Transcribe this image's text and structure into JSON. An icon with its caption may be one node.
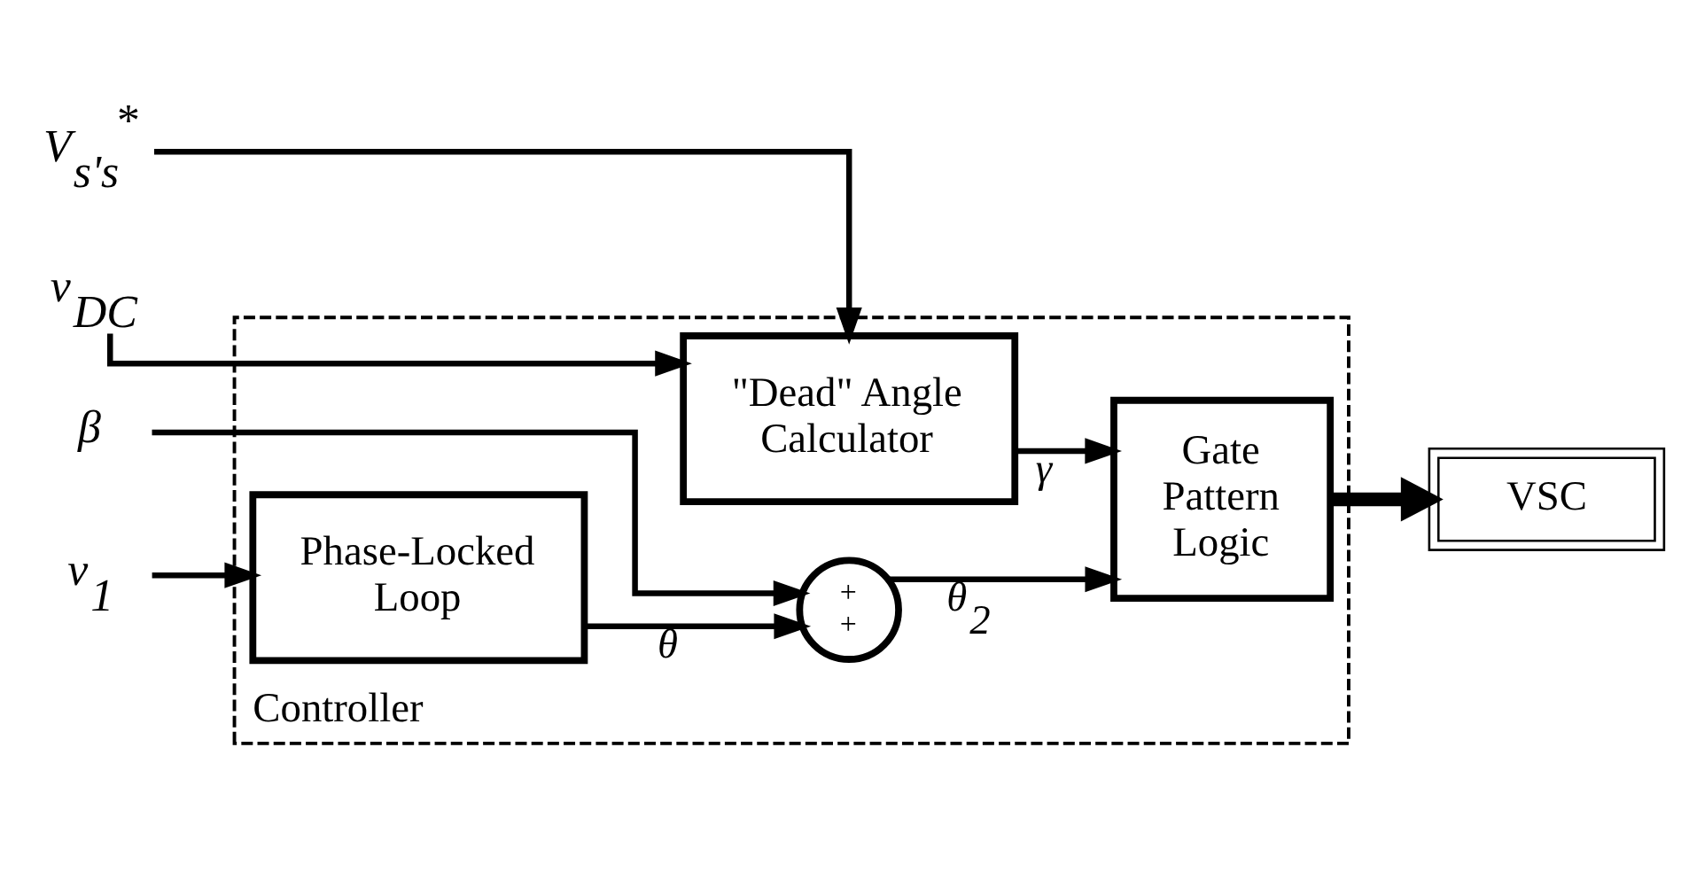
{
  "diagram": {
    "nodes": [
      {
        "text": [
          "Controller"
        ]
      },
      {
        "text": [
          "V$_{s's}$$^{*}$"
        ]
      },
      {
        "text": [
          "v$_{DC}$"
        ]
      },
      {
        "text": [
          "β"
        ]
      },
      {
        "text": [
          "v$_{1}$"
        ]
      },
      {
        "text": [
          "\"Dead\" Angle Calculator"
        ],
        "in": 0
      },
      {
        "text": [
          "Phase-Locked Loop"
        ],
        "in": 0
      },
      {
        "text": [
          "+",
          "+"
        ],
        "in": 0
      },
      {
        "text": [
          "Gate Pattern Logic"
        ],
        "in": 0
      },
      {
        "text": [
          "VSC"
        ]
      }
    ],
    "edges": [
      {
        "from": 1,
        "to": 5,
        "arrow": "to"
      },
      {
        "from": 2,
        "to": 5,
        "arrow": "to"
      },
      {
        "from": 3,
        "to": 7,
        "arrow": "to"
      },
      {
        "from": 4,
        "to": 6,
        "arrow": "to"
      },
      {
        "from": 6,
        "to": 7,
        "arrow": "to",
        "label": "θ"
      },
      {
        "from": 7,
        "to": 8,
        "arrow": "to",
        "label": "θ$_{2}$"
      },
      {
        "from": 5,
        "to": 8,
        "arrow": "to",
        "label": "γ"
      },
      {
        "from": 8,
        "to": 9,
        "arrow": "to",
        "style": "thick"
      }
    ]
  }
}
